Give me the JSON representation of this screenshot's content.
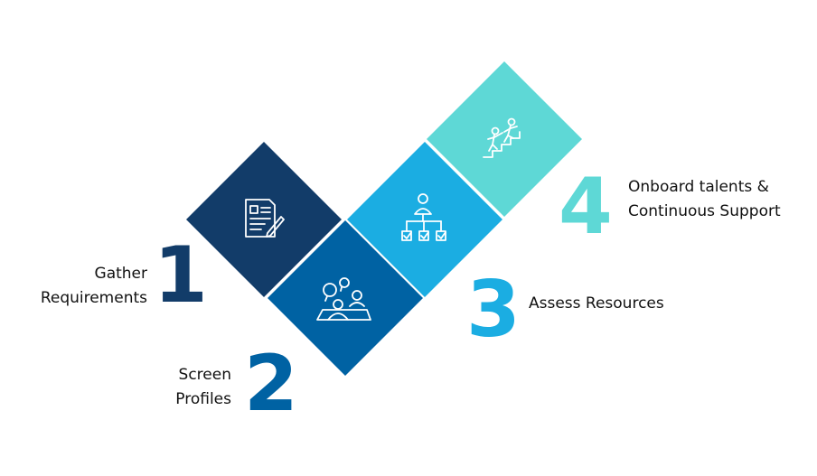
{
  "steps": [
    {
      "number": "1",
      "line1": "Gather",
      "line2": "Requirements",
      "color": "#123C69",
      "icon": "document-pen-icon"
    },
    {
      "number": "2",
      "line1": "Screen",
      "line2": "Profiles",
      "color": "#0062A3",
      "icon": "interview-group-icon"
    },
    {
      "number": "3",
      "line1": "Assess Resources",
      "line2": "",
      "color": "#1BADE2",
      "icon": "org-chart-checklist-icon"
    },
    {
      "number": "4",
      "line1": "Onboard talents &",
      "line2": "Continuous Support",
      "color": "#5ED8D6",
      "icon": "climbing-stairs-icon"
    }
  ]
}
